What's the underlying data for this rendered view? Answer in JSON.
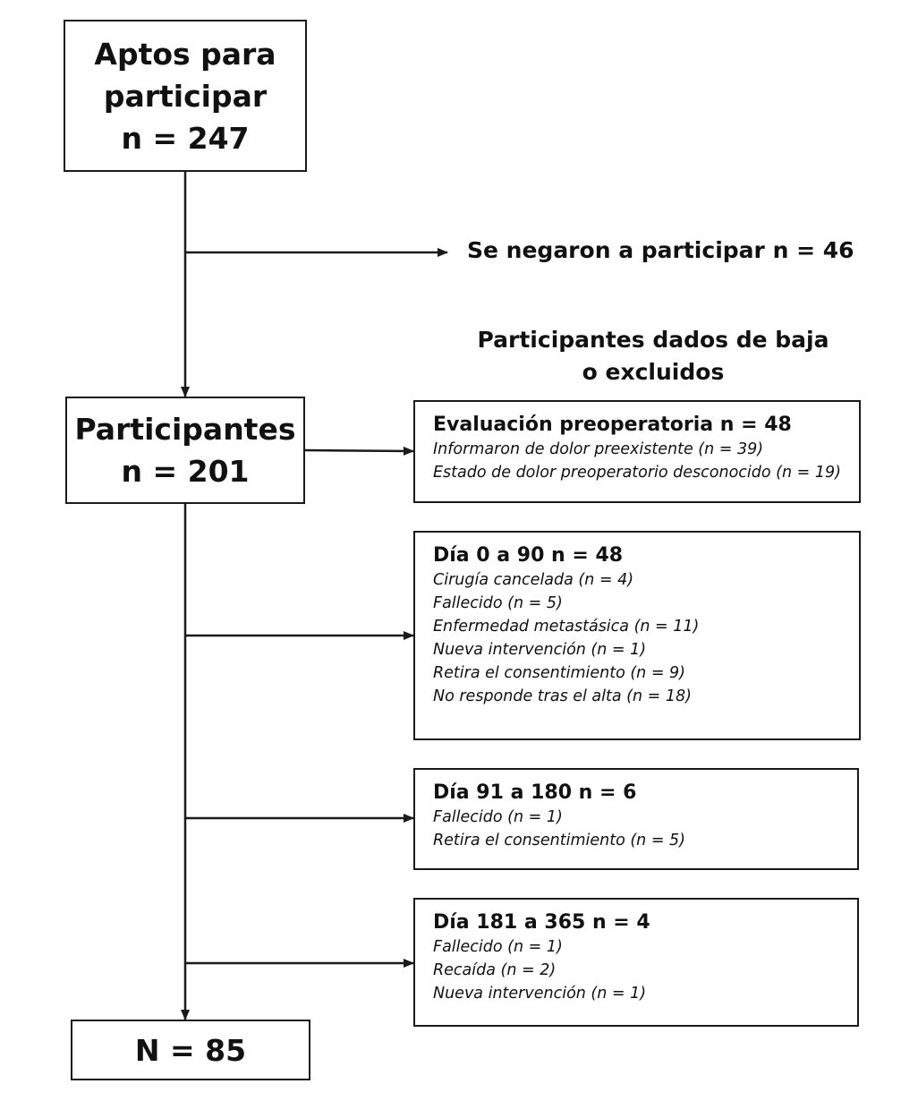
{
  "eligible": {
    "line1": "Aptos para",
    "line2": "participar",
    "count": "n = 247"
  },
  "refused": {
    "label": "Se negaron a participar n = 46"
  },
  "dropped_title": {
    "line1": "Participantes dados de baja",
    "line2": "o excluidos"
  },
  "participants": {
    "line1": "Participantes",
    "count": "n = 201"
  },
  "stages": [
    {
      "heading": "Evaluación preoperatoria n = 48",
      "items": [
        "Informaron de dolor preexistente (n = 39)",
        "Estado de dolor preoperatorio desconocido (n = 19)"
      ]
    },
    {
      "heading": "Día 0 a 90 n = 48",
      "items": [
        "Cirugía cancelada (n = 4)",
        "Fallecido (n = 5)",
        "Enfermedad metastásica (n = 11)",
        "Nueva intervención (n = 1)",
        "Retira el consentimiento (n = 9)",
        "No responde tras el alta (n = 18)"
      ]
    },
    {
      "heading": "Día 91 a 180 n = 6",
      "items": [
        "Fallecido (n = 1)",
        "Retira el consentimiento (n = 5)"
      ]
    },
    {
      "heading": "Día 181 a 365 n = 4",
      "items": [
        "Fallecido (n = 1)",
        "Recaída (n = 2)",
        "Nueva intervención (n = 1)"
      ]
    }
  ],
  "final": {
    "label": "N = 85"
  }
}
